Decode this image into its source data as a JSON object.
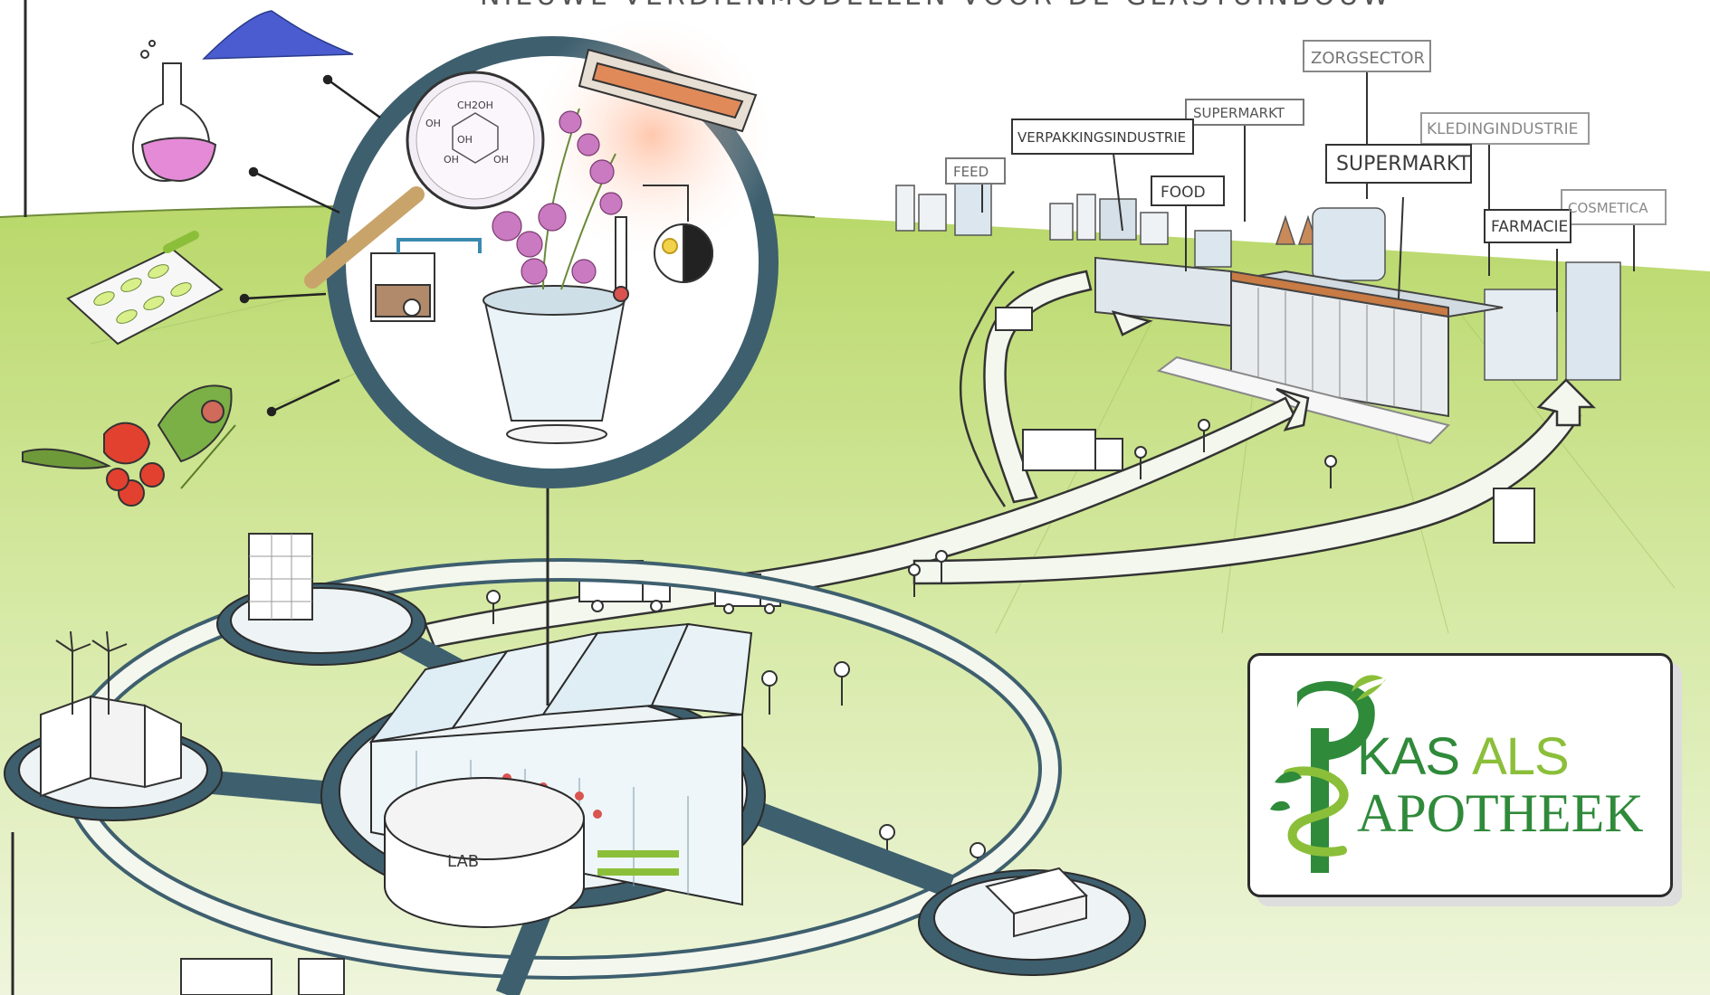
{
  "title": "NIEUWE VERDIENMODELLEN VOOR DE GLASTUINBOUW",
  "destinations": {
    "zorgsector": "ZORGSECTOR",
    "supermarkt_small": "SUPERMARKT",
    "kledingindustrie": "KLEDINGINDUSTRIE",
    "verpakkingsindustrie": "VERPAKKINGSINDUSTRIE",
    "feed": "FEED",
    "food": "FOOD",
    "supermarkt": "SUPERMARKT",
    "cosmetica": "COSMETICA",
    "farmacie": "FARMACIE"
  },
  "molecule_labels": [
    "CH2OH",
    "OH",
    "OH",
    "OH",
    "OH"
  ],
  "lab_label": "LAB",
  "logo": {
    "line1_part1": "KAS",
    "line1_part2": "ALS",
    "line2": "APOTHEEK",
    "color_dark_green": "#2f8a3a",
    "color_light_green": "#8bbf3a"
  },
  "colors": {
    "field_green": "#c9e08a",
    "ring_teal": "#3e5f6e",
    "ink": "#2b2b2b"
  },
  "icons": [
    "flask-icon",
    "powder-pile-icon",
    "magnifier-icon",
    "heat-lamp-icon",
    "pill-blister-icon",
    "vegetables-icon",
    "orchid-pot-icon",
    "day-night-icon",
    "greenhouse-icon",
    "truck-icon",
    "wind-turbine-icon",
    "factory-icon",
    "office-icon",
    "caduceus-icon"
  ]
}
